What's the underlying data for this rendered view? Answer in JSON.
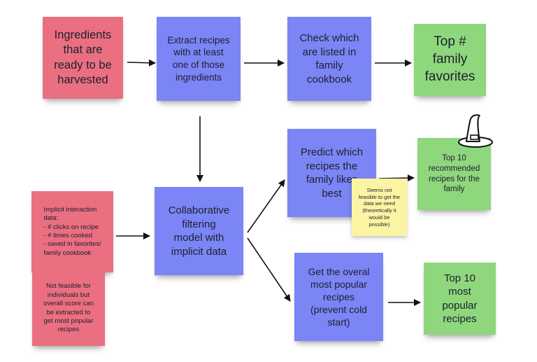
{
  "notes": {
    "ingredients": "Ingredients\nthat are\nready to be\nharvested",
    "extract": "Extract recipes\nwith at least\none of those\ningredients",
    "check": "Check which\nare listed in\nfamily\ncookbook",
    "top_family": "Top #\nfamily\nfavorites",
    "predict": "Predict which\nrecipes the\nfamily likes\nbest",
    "top10_recommended": "Top 10\nrecommended\nrecipes for the\nfamily",
    "collaborative": "Collaborative\nfiltering\nmodel with\nimplicit data",
    "implicit_data": "Implicit interaction\ndata:\n- # clicks on recipe\n- # times cooked\n- saved in favorites/\nfamily cookbook",
    "not_feasible_individuals": "Not feasible for\nindividuals but\noverall score can\nbe extracted to\nget most popular\nrecipes",
    "overall_popular": "Get the overal\nmost popular\nrecipes\n(prevent cold\nstart)",
    "top10_popular": "Top 10\nmost\npopular\nrecipes",
    "seems_not_feasible": "Seems not\nfeasible to get the\ndata we need\n(theoretically it\nwould be\npossible)"
  },
  "colors": {
    "red": "#ea6f80",
    "blue": "#7b85f5",
    "green": "#8ed77d",
    "yellow": "#fbf5a3"
  },
  "icons": {
    "hat": "witch-hat-icon"
  }
}
